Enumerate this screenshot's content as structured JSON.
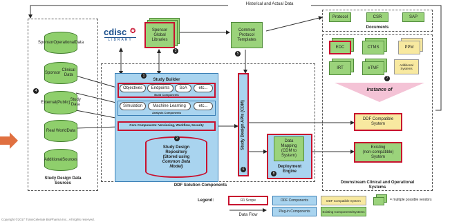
{
  "top_label": "Historical and Actual Data",
  "sources": {
    "title_line1": "Study Design Data",
    "title_line2": "Sources",
    "badge": "4",
    "items": [
      {
        "line1": "Sponsor",
        "line2": "Operational",
        "line3": "Data"
      },
      {
        "line1": "Sponsor",
        "line2": "Clinical Data",
        "line3": ""
      },
      {
        "line1": "External",
        "line2": "(Public)",
        "line3": "Study Data"
      },
      {
        "line1": "Real World",
        "line2": "Data",
        "line3": ""
      },
      {
        "line1": "Additional",
        "line2": "Sources",
        "line3": ""
      }
    ]
  },
  "cdisc": {
    "logo_main": "cdisc",
    "logo_sub": "LIBRARY"
  },
  "sponsor_libraries": {
    "line1": "Sponsor",
    "line2": "Global",
    "line3": "Libraries",
    "badge": "3"
  },
  "protocol_templates": {
    "line1": "Common",
    "line2": "Protocol",
    "line3": "Templates",
    "badge": "5"
  },
  "study_builder": {
    "badge": "1",
    "title": "Study Builder",
    "build_items": [
      "Objectives",
      "Endpoints",
      "SoA",
      "etc..."
    ],
    "build_label": "Build Components",
    "analysis_items": [
      "Simulation",
      "Machine Learning",
      "etc..."
    ],
    "analysis_label": "Analysis Components",
    "core_label": "Core Components: Versioning, Workflow, Security"
  },
  "repository": {
    "badge": "2",
    "line1": "Study Design",
    "line2": "Repository",
    "line3": "(Stored using",
    "line4": "Common Data",
    "line5": "Model)"
  },
  "api": {
    "label": "Study Design APIs (CDM)",
    "badge": "6"
  },
  "deployment": {
    "line1": "Data",
    "line2": "Mapping",
    "line3": "(CDM to",
    "line4": "System)",
    "title1": "Deployment",
    "title2": "Engine",
    "badge": "8"
  },
  "solution_label": "DDF Solution Components",
  "documents": {
    "items": [
      "Protocol",
      "CSR",
      "SAP"
    ],
    "label": "Documents"
  },
  "systems": {
    "items": [
      "EDC",
      "CTMS",
      "PPM",
      "IRT",
      "eTMF",
      "Additional Systems"
    ],
    "badge": "7"
  },
  "instance_of": "Instance of",
  "ddf_compatible": {
    "line1": "DDF Compatible",
    "line2": "System"
  },
  "existing": {
    "line1": "Existing",
    "line2": "(non-compatible)",
    "line3": "System"
  },
  "downstream": {
    "line1": "Downstream Clinical and Operational",
    "line2": "Systems"
  },
  "legend": {
    "title": "Legend:",
    "r1": "R1 Scope",
    "ddf_components": "DDF Components",
    "ddf_compatible": "DDF Compatible System",
    "data_flow": "Data Flow",
    "plugin": "Plug-in Components",
    "existing": "Existing Components/Systems",
    "multiple": "= multiple possible vendors"
  },
  "copyright": "Copyright ©2017 TransCelerate BioPharma Inc., All rights reserved.",
  "colors": {
    "accent_red": "#c8102e",
    "arrow_orange": "#e07040",
    "ddf_blue": "#a9d4ef",
    "green": "#9bd37b"
  }
}
